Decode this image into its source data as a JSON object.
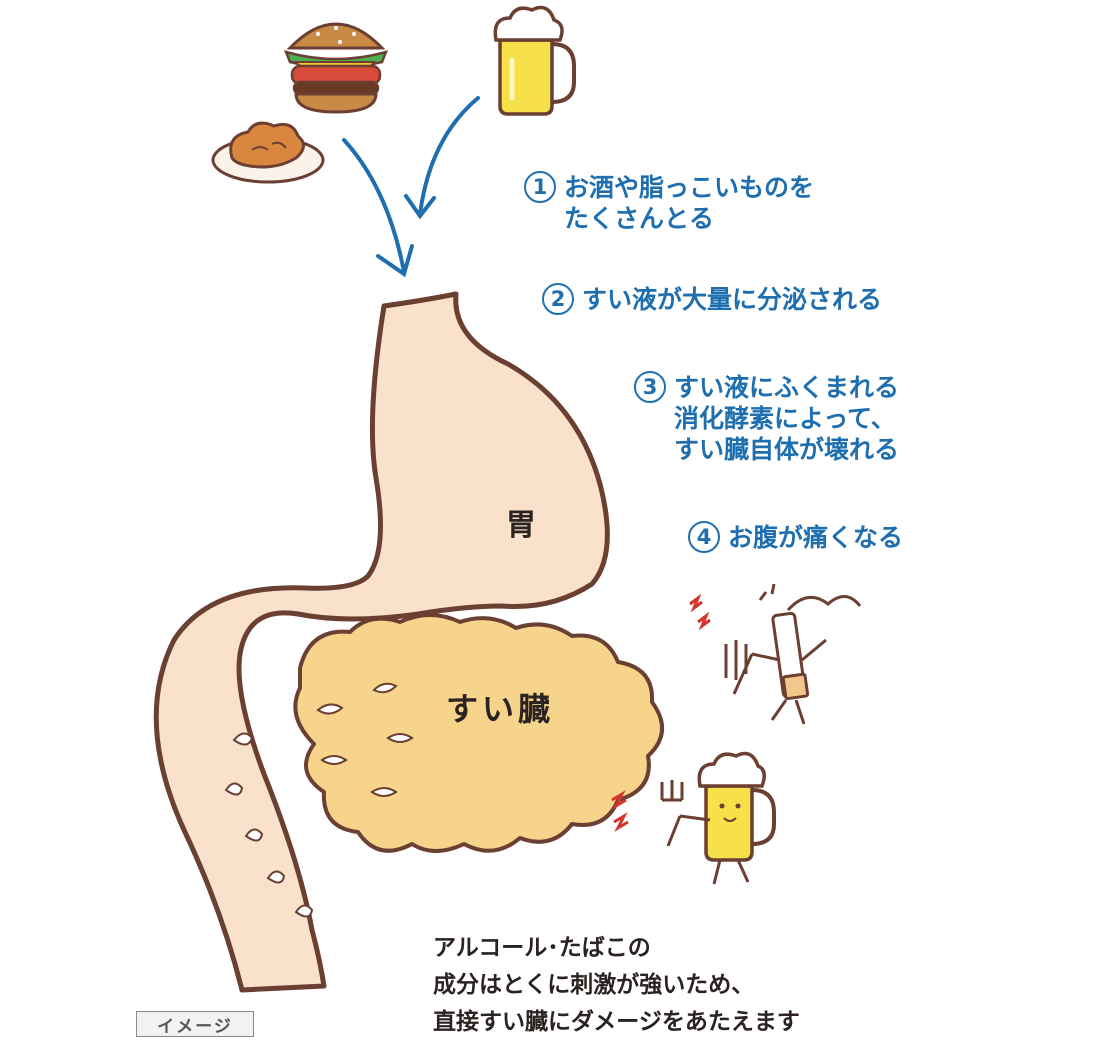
{
  "steps": [
    {
      "num": "1",
      "text": "お酒や脂っこいものを\nたくさんとる"
    },
    {
      "num": "2",
      "text": "すい液が大量に分泌される"
    },
    {
      "num": "3",
      "text": "すい液にふくまれる\n消化酵素によって、\nすい臓自体が壊れる"
    },
    {
      "num": "4",
      "text": "お腹が痛くなる"
    }
  ],
  "labels": {
    "stomach": "胃",
    "pancreas": "すい臓"
  },
  "note": {
    "line1": "アルコール･たばこの",
    "line2": "成分はとくに刺激が強いため、",
    "line3": "直接すい臓にダメージをあたえます"
  },
  "badge": "イメージ",
  "colors": {
    "accent_blue": "#1f6fb0",
    "outline_brown": "#6b3f32",
    "stomach_fill": "#f9e1cc",
    "pancreas_fill": "#f6d48c",
    "beer": "#f6e14a",
    "shock_red": "#d6342c"
  }
}
